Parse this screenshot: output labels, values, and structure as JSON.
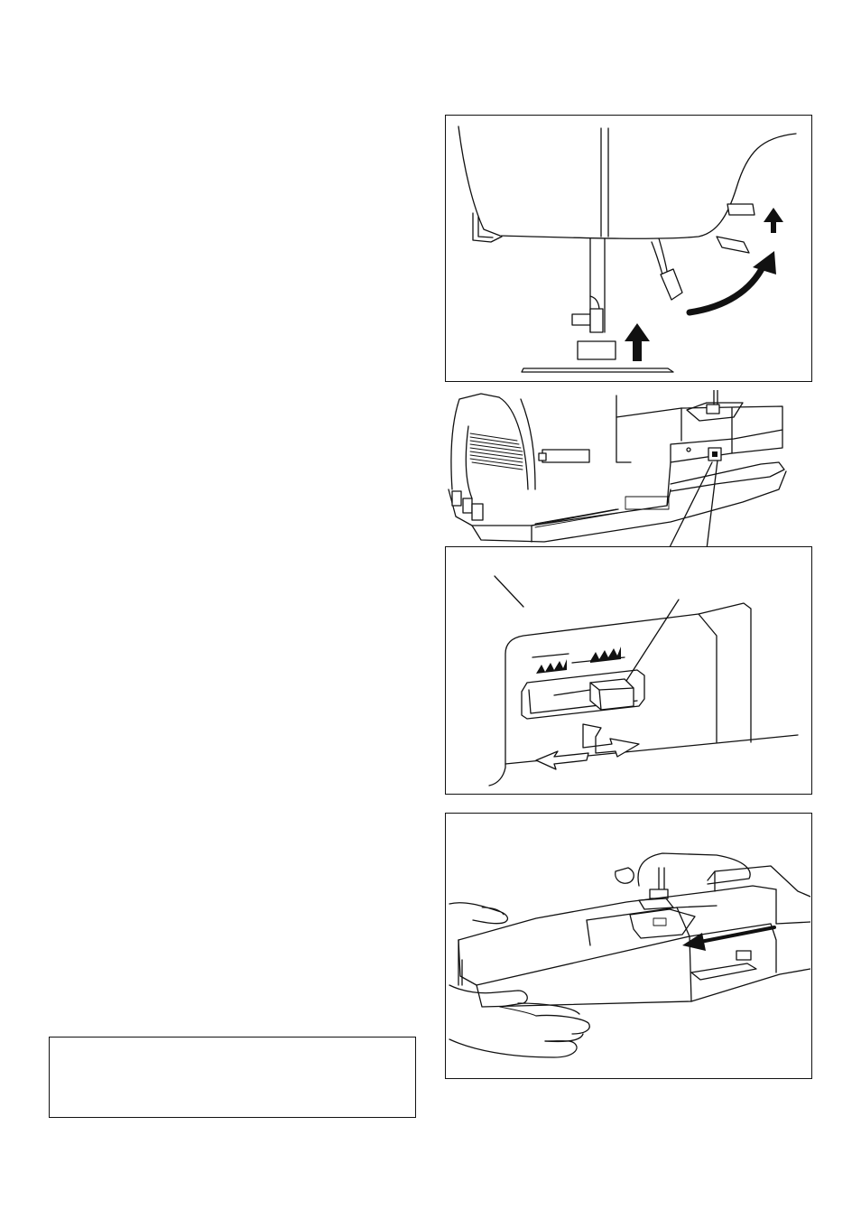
{
  "page": {
    "background": "#ffffff",
    "line_color": "#111111"
  },
  "note_box": {
    "text": ""
  },
  "figures": [
    {
      "icon": "presser-foot-lift-illustration"
    },
    {
      "icon": "sewing-machine-rear-illustration"
    },
    {
      "icon": "drop-feed-lever-detail-illustration"
    },
    {
      "icon": "remove-extension-table-illustration"
    }
  ]
}
